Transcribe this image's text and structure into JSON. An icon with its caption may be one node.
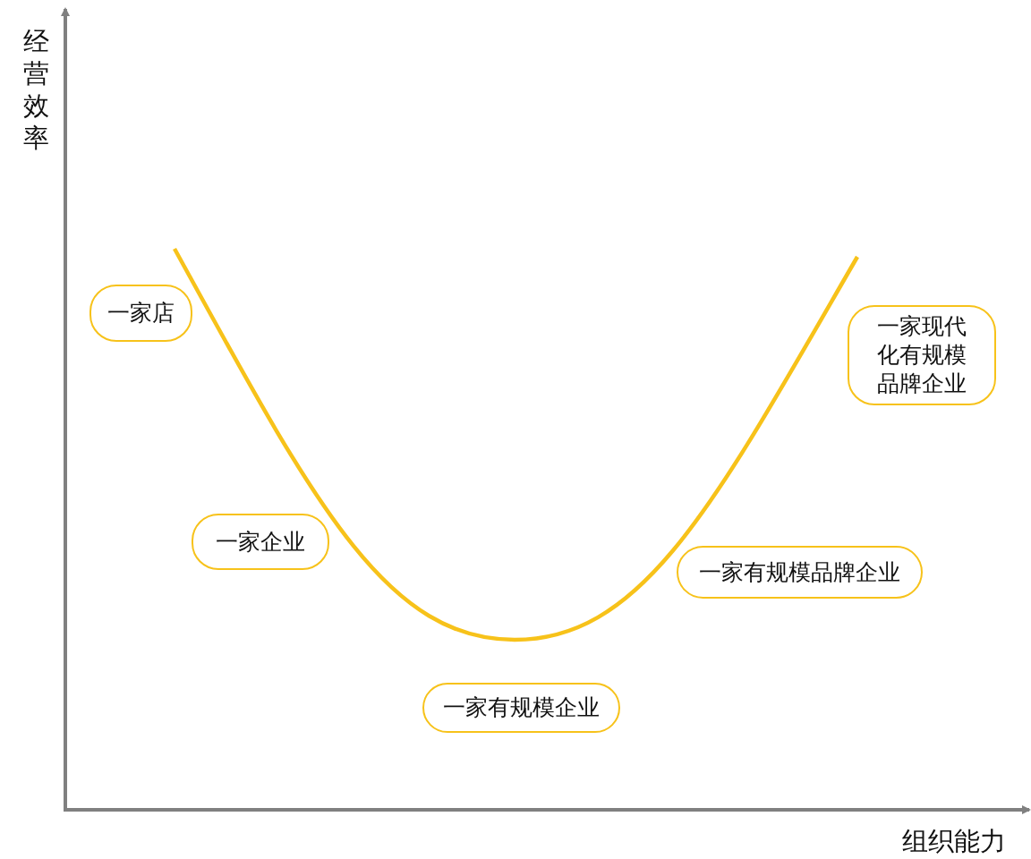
{
  "diagram": {
    "nodes": [
      {
        "text": [
          "一家店"
        ]
      },
      {
        "text": [
          "一家企业"
        ]
      },
      {
        "text": [
          "一家有规模企业"
        ]
      },
      {
        "text": [
          "一家有规模品牌企业"
        ]
      },
      {
        "text": [
          "一家现代化有规模品牌企业"
        ]
      }
    ],
    "labels": [
      "经营效率",
      "组织能力"
    ]
  }
}
